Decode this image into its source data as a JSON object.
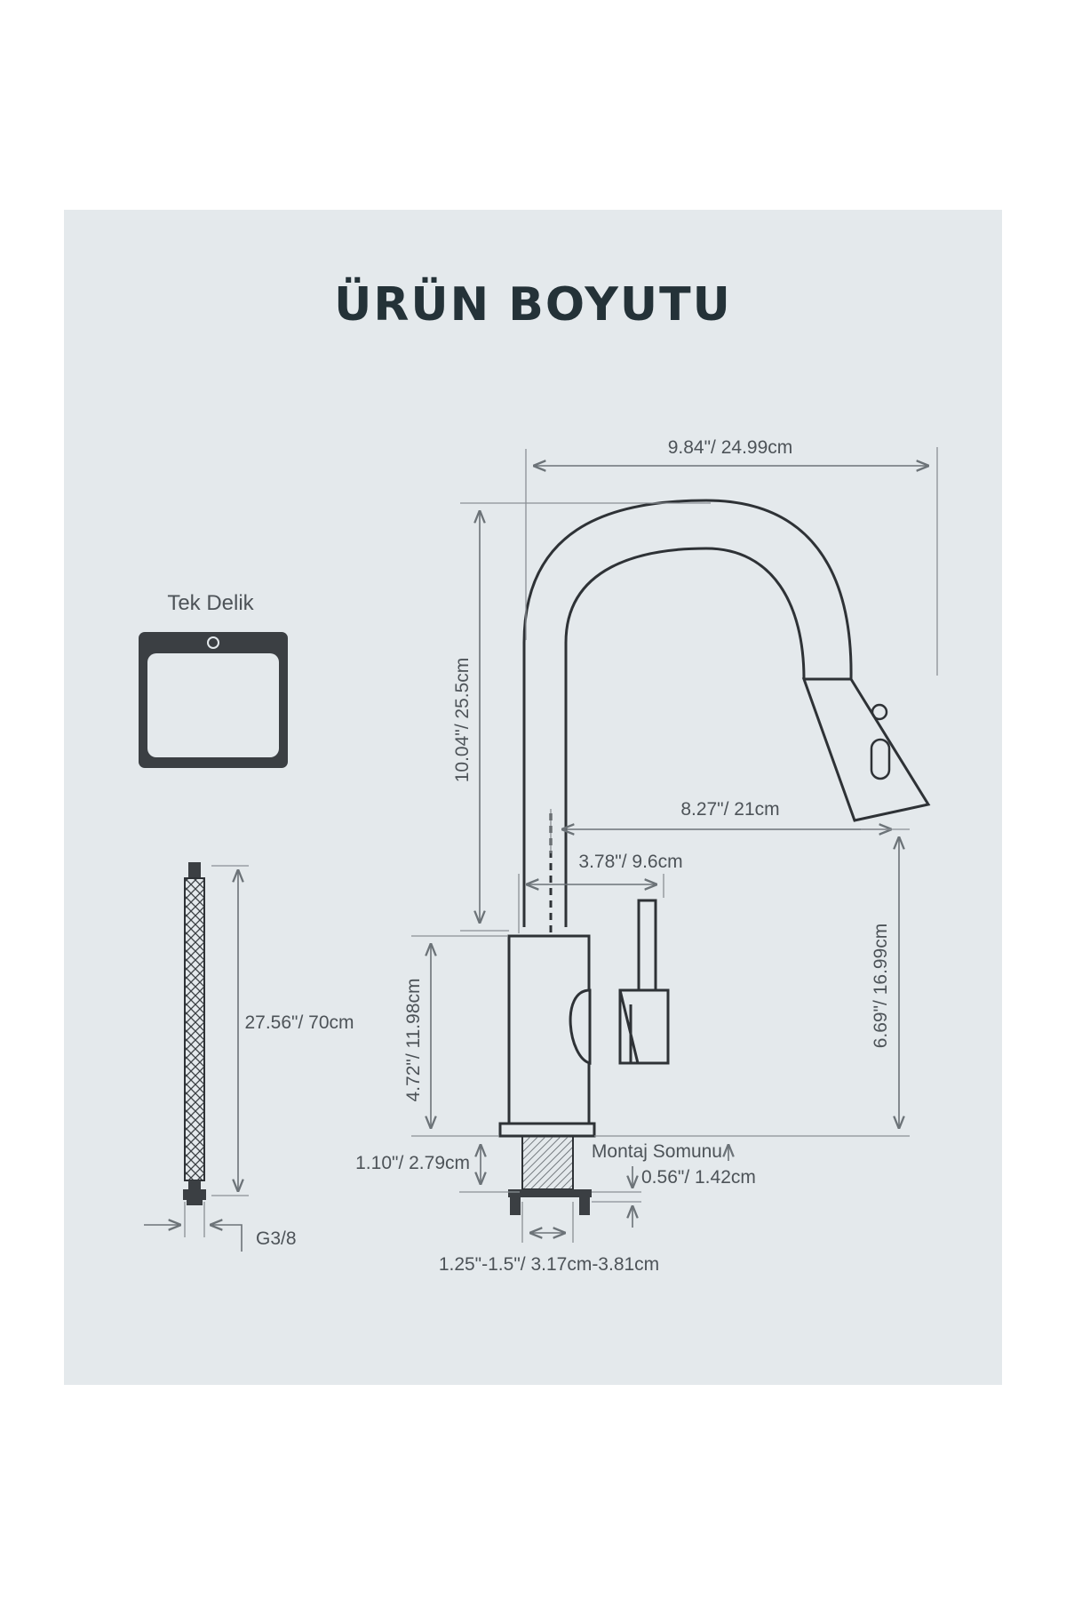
{
  "title": "ÜRÜN BOYUTU",
  "sink_label": "Tek Delik",
  "dimensions": {
    "overall_width": "9.84\"/ 24.99cm",
    "spout_height": "10.04\"/ 25.5cm",
    "spout_reach": "8.27\"/ 21cm",
    "handle_offset": "3.78\"/ 9.6cm",
    "body_height": "4.72\"/ 11.98cm",
    "outlet_height": "6.69\"/ 16.99cm",
    "shank_length": "1.10\"/ 2.79cm",
    "nut_thickness": "0.56\"/ 1.42cm",
    "hole_diameter": "1.25\"-1.5\"/ 3.17cm-3.81cm",
    "hose_length": "27.56\"/ 70cm",
    "thread": "G3/8"
  },
  "mounting_nut_label": "Montaj Somunu",
  "colors": {
    "panel": "#e4e9ec",
    "line": "#2e3236",
    "title": "#243238",
    "text": "#4d5358"
  }
}
